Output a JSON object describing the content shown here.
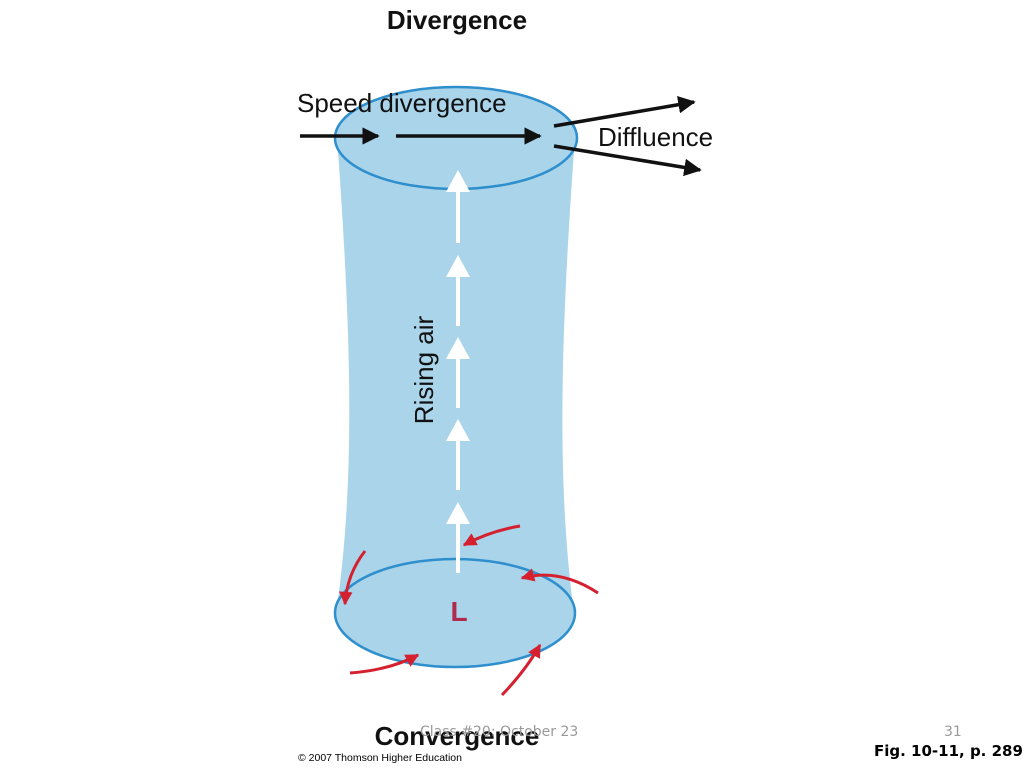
{
  "diagram": {
    "top_label": "Divergence",
    "bottom_label": "Convergence",
    "speed_divergence_label": "Speed divergence",
    "diffluence_label": "Diffluence",
    "rising_air_label": "Rising air",
    "low_pressure_label": "L",
    "copyright": "© 2007 Thomson Higher Education",
    "colors": {
      "column_fill": "#a9d4ea",
      "ellipse_stroke": "#2f8fcd",
      "convergence_arrows": "#d4202f",
      "low_label": "#b02a4d",
      "flow_arrows": "#111111",
      "rising_arrows": "#ffffff"
    }
  },
  "footer": {
    "date_text": "Class #20: October 23",
    "slide_number": "31",
    "figure_caption": "Fig. 10-11, p. 289"
  }
}
